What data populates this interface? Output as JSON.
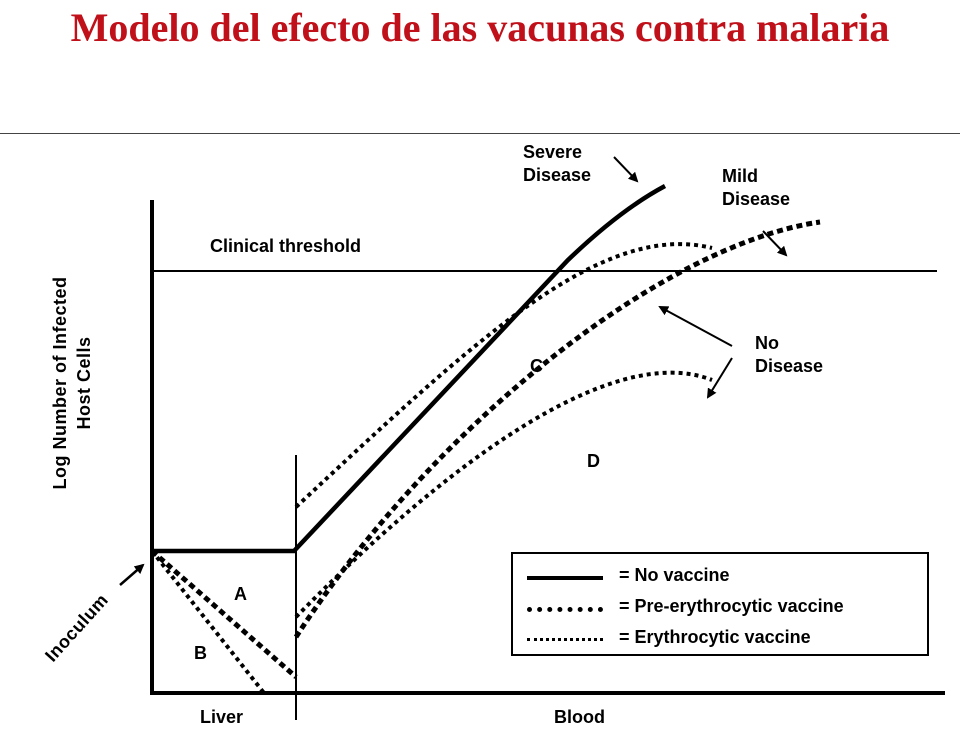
{
  "title": "Modelo del efecto de las vacunas contra malaria",
  "labels": {
    "severe_disease": [
      "Severe",
      "Disease"
    ],
    "mild_disease": [
      "Mild",
      "Disease"
    ],
    "no_disease": [
      "No",
      "Disease"
    ],
    "clinical_threshold": "Clinical threshold",
    "y_axis": [
      "Log Number of Infected",
      "Host Cells"
    ],
    "inoculum": "Inoculum",
    "region_a": "A",
    "region_b": "B",
    "region_c": "C",
    "region_d": "D",
    "x_liver": "Liver",
    "x_blood": "Blood"
  },
  "legend": [
    {
      "style": "solid",
      "label": "= No vaccine"
    },
    {
      "style": "dotted-heavy",
      "label": "= Pre-erythrocytic vaccine"
    },
    {
      "style": "dotted-light",
      "label": "= Erythrocytic vaccine"
    }
  ],
  "colors": {
    "title": "#c0101a",
    "lines": "#000000"
  }
}
